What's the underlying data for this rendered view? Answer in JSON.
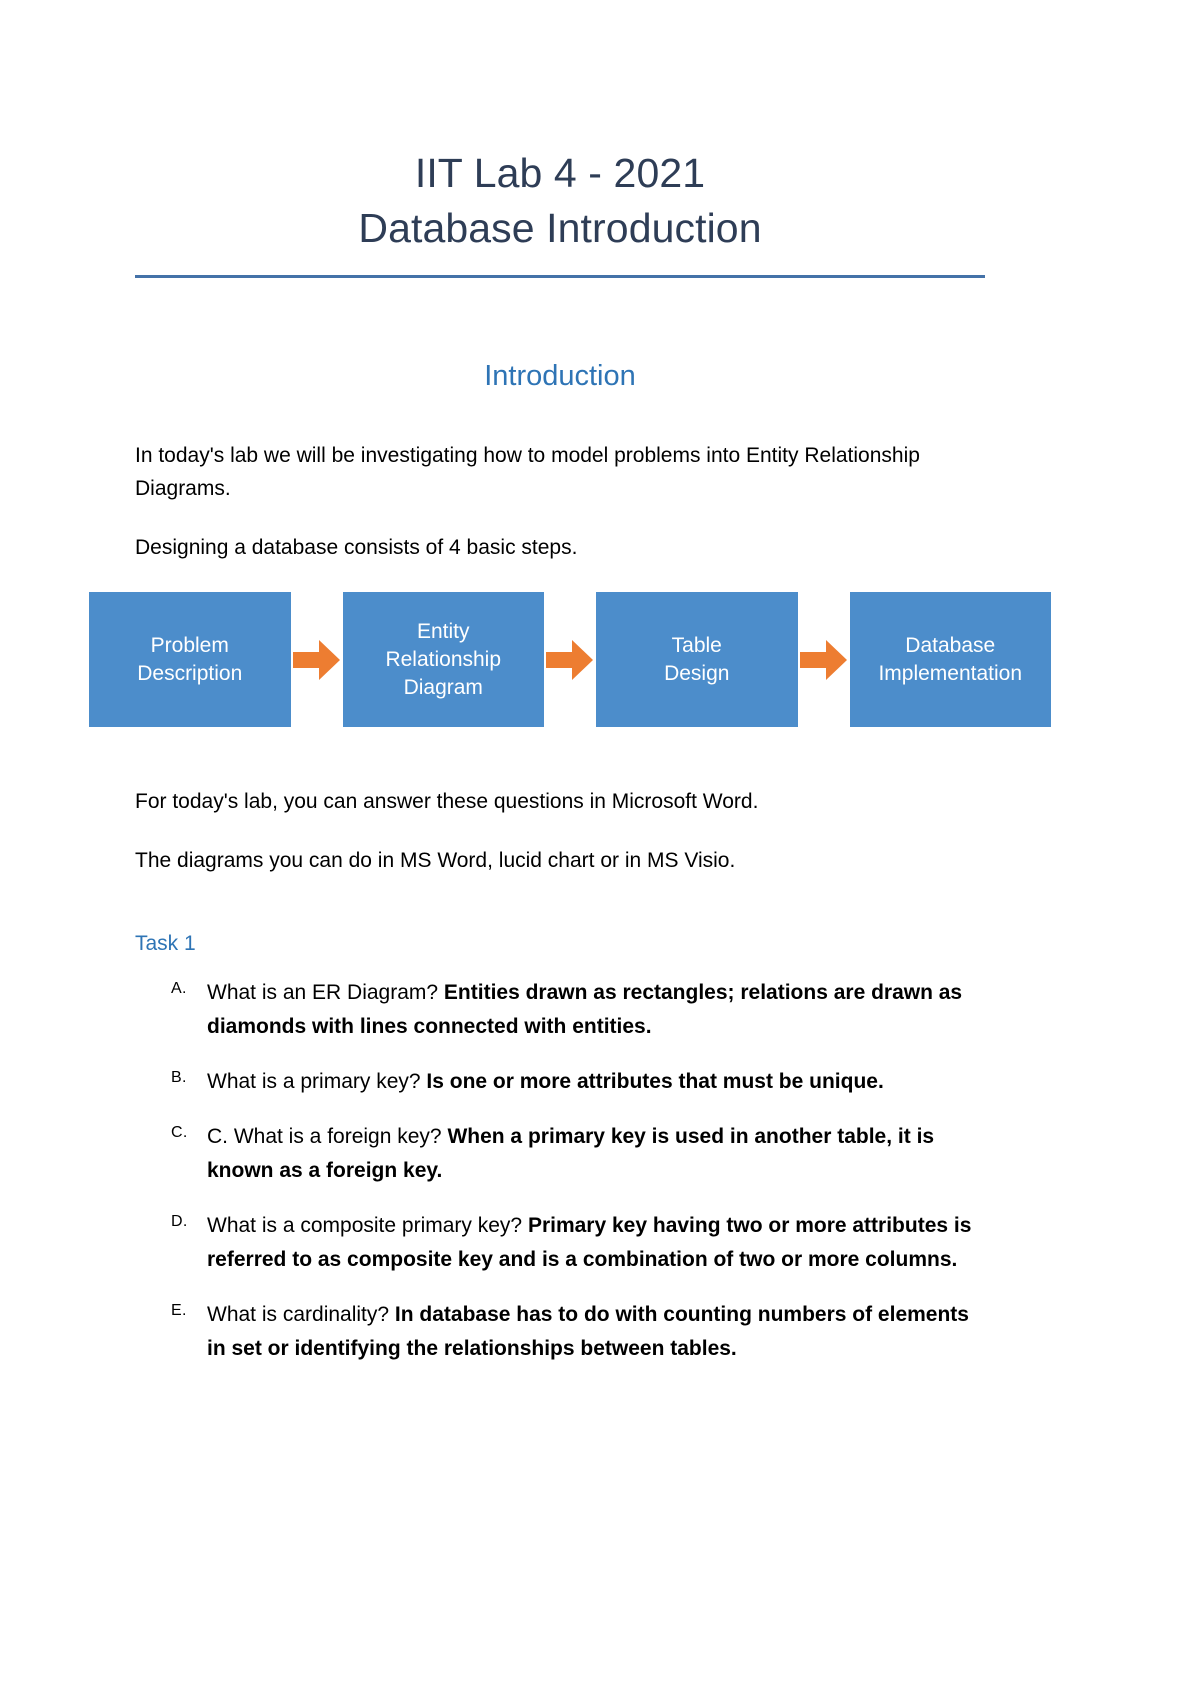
{
  "document": {
    "title_line_1": "IIT Lab 4 - 2021",
    "title_line_2": "Database Introduction",
    "title_color": "#2E3D56",
    "rule_color": "#4472A8"
  },
  "section": {
    "heading": "Introduction",
    "heading_color": "#2E74B5"
  },
  "paragraphs": {
    "intro": "In today's lab we will be investigating how to model problems into Entity Relationship Diagrams.",
    "steps": "Designing a database consists of 4 basic steps.",
    "after_diagram_1": "For today's lab, you can answer these questions in Microsoft Word.",
    "after_diagram_2": "The diagrams you can do in MS Word, lucid chart or in MS Visio."
  },
  "flowchart": {
    "box_fill": "#4C8DCB",
    "box_text_color": "#FFFFFF",
    "arrow_color": "#ED7D31",
    "steps": [
      {
        "line1": "Problem",
        "line2": "Description",
        "line3": ""
      },
      {
        "line1": "Entity",
        "line2": "Relationship",
        "line3": "Diagram"
      },
      {
        "line1": "Table",
        "line2": "Design",
        "line3": ""
      },
      {
        "line1": "Database",
        "line2": "Implementation",
        "line3": ""
      }
    ]
  },
  "task": {
    "heading": "Task 1",
    "heading_color": "#2E74B5",
    "questions": [
      {
        "marker": "A.",
        "question": "What is an ER Diagram? ",
        "answer": "Entities drawn as rectangles; relations are drawn as diamonds with lines connected with entities."
      },
      {
        "marker": "B.",
        "question": "What is a primary key?  ",
        "answer": "Is one or more attributes that must be unique."
      },
      {
        "marker": "C.",
        "question": "C. What is a foreign key?  ",
        "answer": "When a primary key is used in another table, it is known as a foreign key."
      },
      {
        "marker": "D.",
        "question": "What is a composite primary key?  ",
        "answer": "Primary key having two or more attributes is referred to as composite key and is a combination of two or more columns."
      },
      {
        "marker": "E.",
        "question": "What is cardinality? ",
        "answer": "In database has to do with counting numbers of elements in set or identifying the relationships between tables."
      }
    ]
  }
}
